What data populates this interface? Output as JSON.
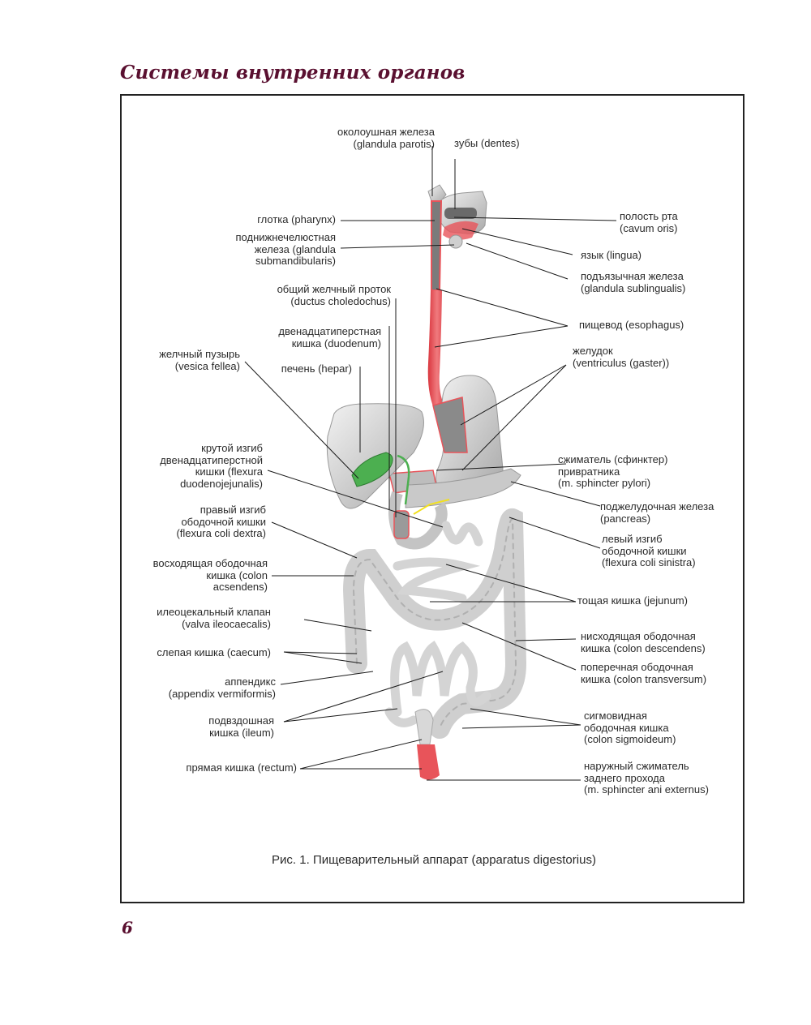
{
  "running_head": "Системы внутренних органов",
  "page_number": "6",
  "figure": {
    "caption": "Рис. 1. Пищеварительный аппарат (apparatus digestorius)",
    "colors": {
      "organ": "#dcdcdc",
      "organ_shade": "#b8b8b8",
      "muscle": "#e8545a",
      "bile": "#4caf50",
      "pancreatic_duct": "#f2e01f",
      "text": "#2a2a2a",
      "accent": "#5a1030"
    },
    "labels_left": [
      "околоушная железа\n(glandula parotis)",
      "глотка (pharynx)",
      "поднижнечелюстная\nжелеза (glandula\nsubmandibularis)",
      "общий желчный проток\n(ductus choledochus)",
      "двенадцатиперстная\nкишка (duodenum)",
      "желчный пузырь\n(vesica fellea)",
      "печень (hepar)",
      "крутой изгиб\nдвенадцатиперстной\nкишки (flexura\nduodenojejunalis)",
      "правый изгиб\nободочной кишки\n(flexura coli dextra)",
      "восходящая ободочная\nкишка (colon\nacsendens)",
      "илеоцекальный клапан\n(valva ileocaecalis)",
      "слепая кишка (caecum)",
      "аппендикс\n(appendix vermiformis)",
      "подвздошная\nкишка (ileum)",
      "прямая кишка (rectum)"
    ],
    "labels_right": [
      "зубы (dentes)",
      "полость рта\n(cavum oris)",
      "язык (lingua)",
      "подъязычная железа\n(glandula sublingualis)",
      "пищевод (esophagus)",
      "желудок\n(ventriculus (gaster))",
      "сжиматель (сфинктер)\nпривратника\n(m. sphincter pylori)",
      "поджелудочная железа\n(pancreas)",
      "левый изгиб\nободочной кишки\n(flexura coli sinistra)",
      "тощая кишка (jejunum)",
      "нисходящая ободочная\nкишка (colon descendens)",
      "поперечная ободочная\nкишка (colon transversum)",
      "сигмовидная\nободочная кишка\n(colon sigmoideum)",
      "наружный сжиматель\nзаднего прохода\n(m. sphincter ani externus)"
    ]
  }
}
